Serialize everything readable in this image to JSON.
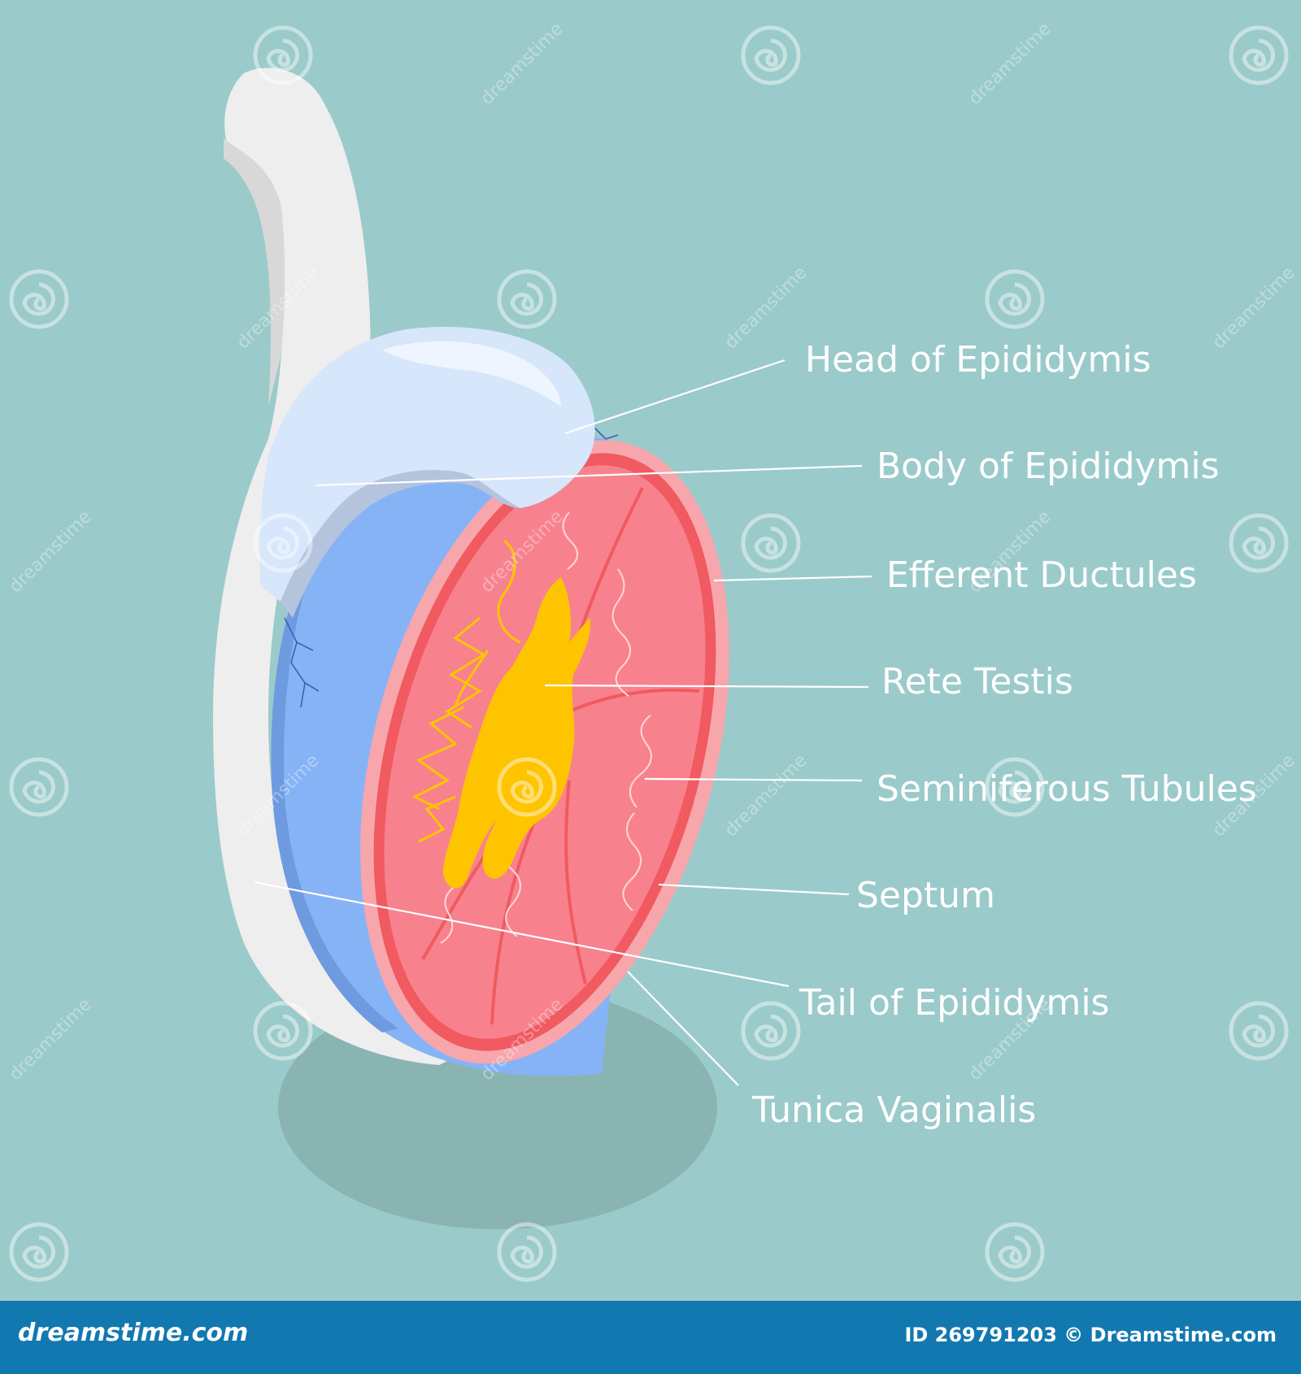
{
  "labels": {
    "head": "Head of Epididymis",
    "body": "Body of Epididymis",
    "efferent": "Efferent Ductules",
    "rete": "Rete Testis",
    "seminiferous": "Seminiferous Tubules",
    "septum": "Septum",
    "tail": "Tail of Epididymis",
    "tunica": "Tunica Vaginalis"
  },
  "watermark": {
    "text": "dreamstime"
  },
  "footer": {
    "site": "dreamstime.com",
    "id_text": "ID 269791203 © Dreamstime.com"
  },
  "colors": {
    "background": "#9bcaca",
    "footer": "#1278b0",
    "tunica": "#eeeeee",
    "epididymis": "#d6e6fb",
    "testis_outer": "#86b3f6",
    "cut_surface": "#f7828e",
    "cut_rim": "#f05a60",
    "rete": "#ffc400"
  }
}
